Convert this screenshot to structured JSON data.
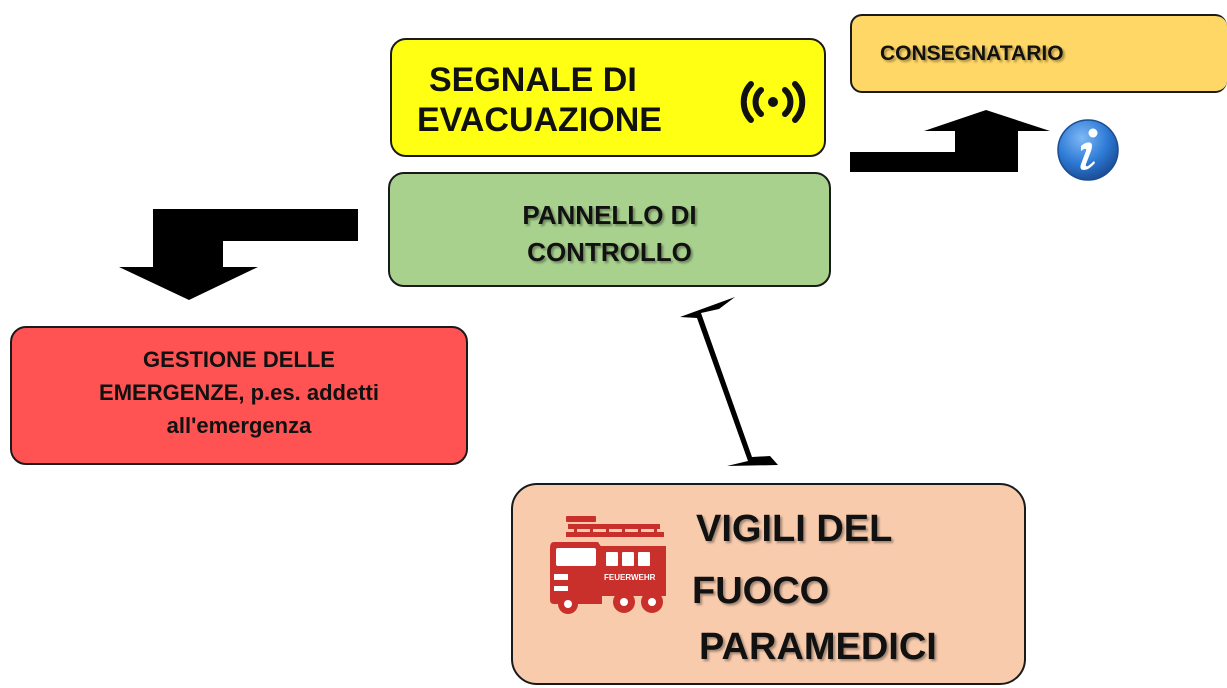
{
  "segnale": {
    "line1": "SEGNALE DI",
    "line2": "EVACUAZIONE"
  },
  "consegnatario": {
    "label": "CONSEGNATARIO"
  },
  "pannello": {
    "line1": "PANNELLO DI",
    "line2": "CONTROLLO"
  },
  "gestione": {
    "line1": "GESTIONE DELLE",
    "line2": "EMERGENZE, p.es. addetti",
    "line3": "all'emergenza"
  },
  "vigili": {
    "line1": "VIGILI DEL",
    "line2": "FUOCO",
    "line3": "PARAMEDICI"
  },
  "truck_text": "FEUERWEHR",
  "colors": {
    "segnale": "#ffff14",
    "consegnatario": "#ffd766",
    "pannello": "#a9d18e",
    "gestione": "#ff5252",
    "vigili": "#f8cbad",
    "truck": "#c9302c",
    "info": "#2e7bd6"
  },
  "icons": [
    "wireless-signal-icon",
    "info-icon",
    "fire-truck-icon"
  ]
}
